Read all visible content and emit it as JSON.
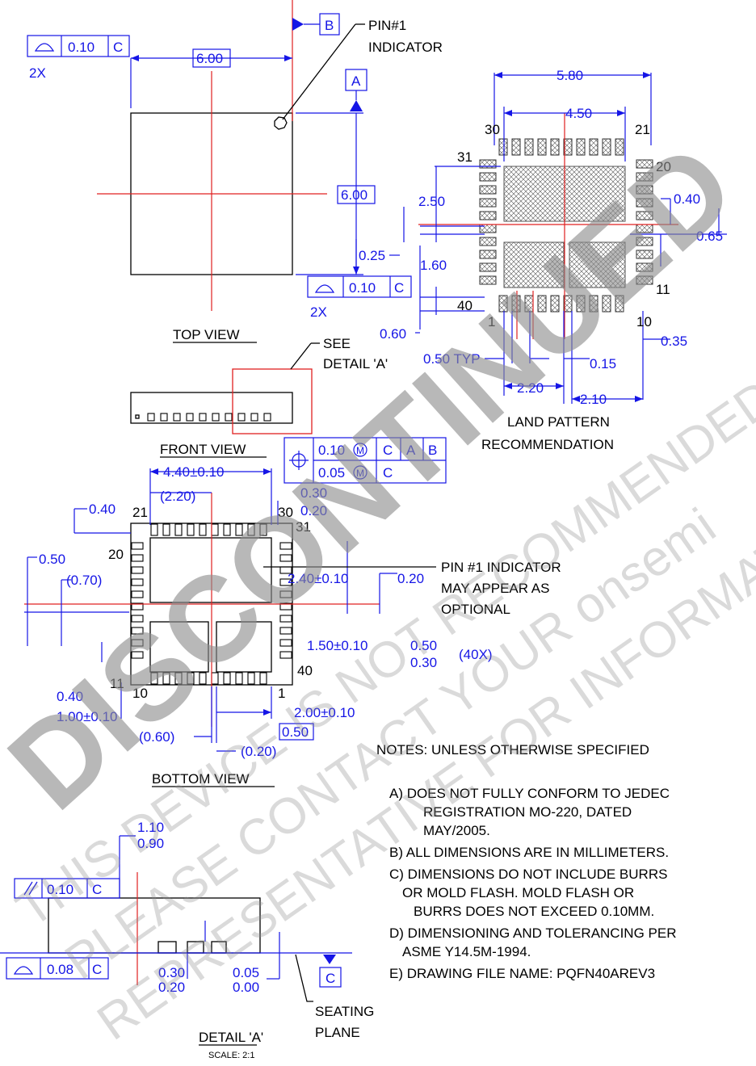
{
  "views": {
    "top": "TOP VIEW",
    "front": "FRONT VIEW",
    "bottom": "BOTTOM VIEW",
    "detail": "DETAIL 'A'",
    "detail_scale": "SCALE: 2:1",
    "land": [
      "LAND PATTERN",
      "RECOMMENDATION"
    ]
  },
  "callouts": {
    "pin1": [
      "PIN#1",
      "INDICATOR"
    ],
    "see_detail": [
      "SEE",
      "DETAIL 'A'"
    ],
    "pin1_optional": [
      "PIN #1 INDICATOR",
      "MAY APPEAR AS",
      "OPTIONAL"
    ],
    "seating": [
      "SEATING",
      "PLANE"
    ],
    "twox": "2X",
    "fortyx": "(40X)"
  },
  "datums": {
    "a": "A",
    "b": "B",
    "c": "C"
  },
  "tolerances": {
    "flat_top": "0.10",
    "flat_right": "0.10",
    "position_1": "0.10",
    "position_2": "0.05",
    "parallel": "0.10",
    "flat_detail": "0.08"
  },
  "dims": {
    "top_width": "6.00",
    "top_height": "6.00",
    "top_offset": "0.25",
    "lp_580": "5.80",
    "lp_450": "4.50",
    "lp_250": "2.50",
    "lp_040": "0.40",
    "lp_065": "0.65",
    "lp_160": "1.60",
    "lp_060": "0.60",
    "lp_pitch": "0.50 TYP",
    "lp_015": "0.15",
    "lp_035": "0.35",
    "lp_220": "2.20",
    "lp_210": "2.10",
    "bv_440": "4.40±0.10",
    "bv_220": "(2.20)",
    "bv_030a": "0.30",
    "bv_020a": "0.20",
    "bv_040": "0.40",
    "bv_050": "0.50",
    "bv_070": "(0.70)",
    "bv_240": "2.40±0.10",
    "bv_020b": "0.20",
    "bv_150": "1.50±0.10",
    "bv_050b": "0.50",
    "bv_030b": "0.30",
    "bv_040b": "0.40",
    "bv_100": "1.00±0.10",
    "bv_200": "2.00±0.10",
    "bv_pitch": "0.50",
    "bv_060": "(0.60)",
    "bv_020c": "(0.20)",
    "da_110": "1.10",
    "da_090": "0.90",
    "da_030": "0.30",
    "da_020": "0.20",
    "da_005": "0.05",
    "da_000": "0.00"
  },
  "pins": {
    "lp": [
      "30",
      "21",
      "31",
      "20",
      "11",
      "40",
      "1",
      "10"
    ],
    "bv": [
      "21",
      "30",
      "20",
      "31",
      "11",
      "10",
      "40",
      "1"
    ]
  },
  "notes": {
    "title": "NOTES: UNLESS OTHERWISE SPECIFIED",
    "lines": [
      "A)  DOES NOT FULLY CONFORM TO JEDEC",
      "REGISTRATION MO-220, DATED",
      "MAY/2005.",
      "B)  ALL DIMENSIONS ARE IN MILLIMETERS.",
      "C)  DIMENSIONS DO NOT INCLUDE BURRS",
      "OR MOLD FLASH. MOLD FLASH OR",
      "BURRS DOES NOT EXCEED 0.10MM.",
      "D)  DIMENSIONING AND TOLERANCING PER",
      "ASME Y14.5M-1994.",
      "E)  DRAWING FILE NAME: PQFN40AREV3"
    ]
  },
  "watermark": {
    "main": "DISCONTINUED",
    "lines": [
      "THIS DEVICE IS NOT RECOMMENDED FOR NEW DESIGN",
      "PLEASE CONTACT YOUR onsemi",
      "REPRESENTATIVE FOR INFORMATION"
    ]
  }
}
